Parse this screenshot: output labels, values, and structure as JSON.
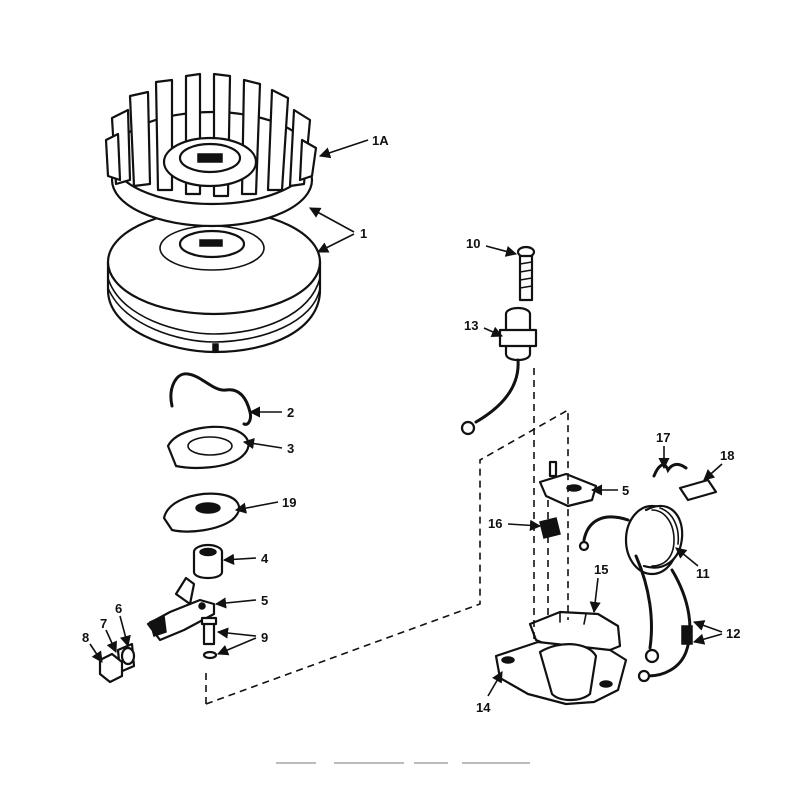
{
  "labels": {
    "l1a": "1A",
    "l1": "1",
    "l2": "2",
    "l3": "3",
    "l19": "19",
    "l4": "4",
    "l5a": "5",
    "l6": "6",
    "l7": "7",
    "l8": "8",
    "l9": "9",
    "l10": "10",
    "l13": "13",
    "l17": "17",
    "l18": "18",
    "l5b": "5",
    "l16": "16",
    "l15": "15",
    "l11": "11",
    "l12": "12",
    "l14": "14"
  },
  "colors": {
    "ink": "#111111",
    "paper": "#ffffff"
  }
}
